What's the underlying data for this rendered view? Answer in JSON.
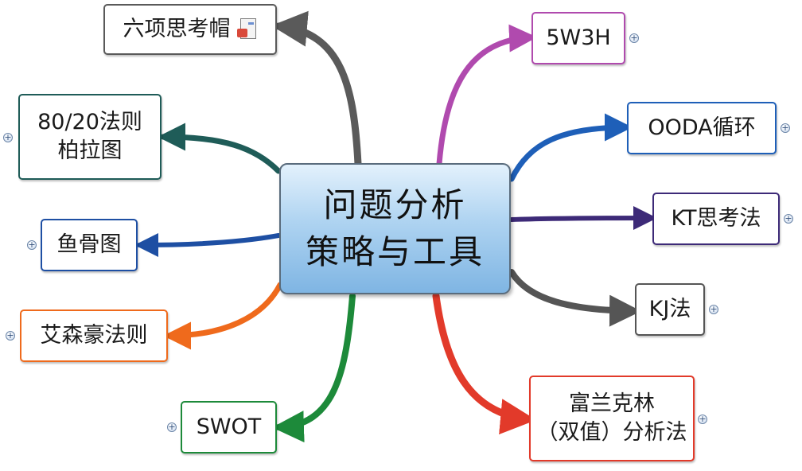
{
  "center": {
    "lines": [
      "问题分析",
      "策略与工具"
    ]
  },
  "colors": {
    "six_hats": "#5a5a5a",
    "pareto": "#1f5c58",
    "fishbone": "#1e4fa3",
    "eisenhower": "#ef6a1c",
    "swot": "#1d8a3a",
    "w5h3": "#b04aae",
    "ooda": "#1e5fb8",
    "kt": "#3d2a78",
    "kj": "#555555",
    "franklin": "#e23a2a"
  },
  "icons": {
    "expand": "expand-plus-icon",
    "attachment": "document-attachment-icon"
  },
  "nodes": {
    "six_hats": {
      "lines": [
        "六项思考帽"
      ],
      "has_attachment": true
    },
    "pareto": {
      "lines": [
        "80/20法则",
        "柏拉图"
      ]
    },
    "fishbone": {
      "lines": [
        "鱼骨图"
      ]
    },
    "eisenhower": {
      "lines": [
        "艾森豪法则"
      ]
    },
    "swot": {
      "lines": [
        "SWOT"
      ]
    },
    "w5h3": {
      "lines": [
        "5W3H"
      ]
    },
    "ooda": {
      "lines": [
        "OODA循环"
      ]
    },
    "kt": {
      "lines": [
        "KT思考法"
      ]
    },
    "kj": {
      "lines": [
        "KJ法"
      ]
    },
    "franklin": {
      "lines": [
        "富兰克林",
        "（双值）分析法"
      ]
    }
  },
  "expand_symbol": "+"
}
